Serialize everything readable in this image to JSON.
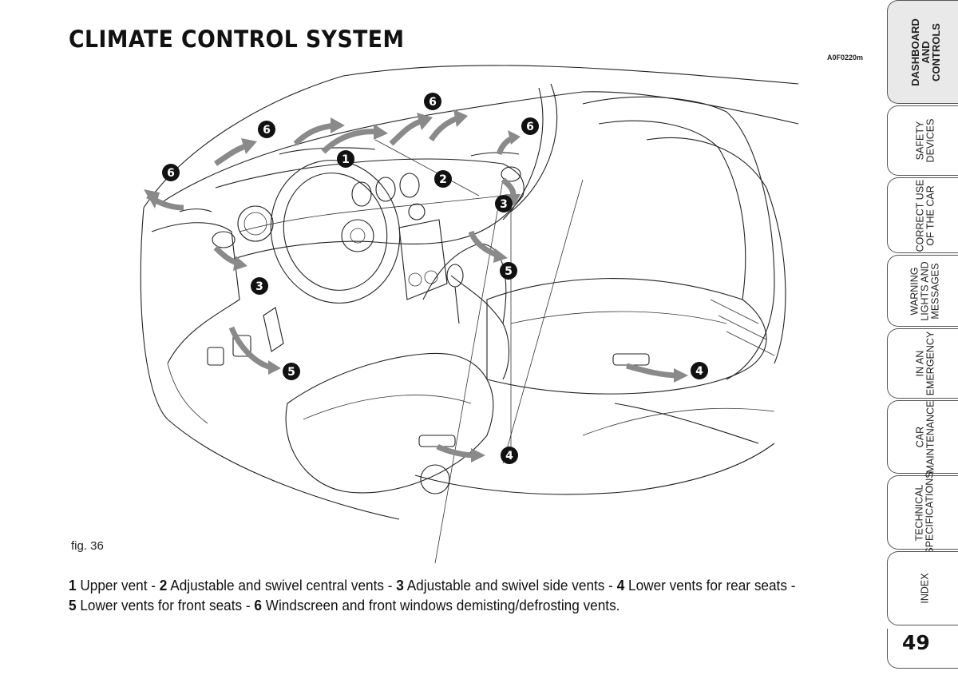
{
  "header": {
    "title": "CLIMATE CONTROL SYSTEM",
    "figure_code": "A0F0220m"
  },
  "figure": {
    "label": "fig. 36",
    "callouts": [
      "1",
      "2",
      "3",
      "3",
      "4",
      "4",
      "5",
      "5",
      "6",
      "6",
      "6",
      "6"
    ]
  },
  "caption": {
    "items": [
      {
        "num": "1",
        "text": " Upper vent - "
      },
      {
        "num": "2",
        "text": " Adjustable and swivel central vents - "
      },
      {
        "num": "3",
        "text": " Adjustable and swivel side vents - "
      },
      {
        "num": "4",
        "text": " Lower vents for rear seats -"
      },
      {
        "num": "5",
        "text": " Lower vents for front seats - "
      },
      {
        "num": "6",
        "text": " Windscreen and front windows demisting/defrosting vents."
      }
    ]
  },
  "sidebar": {
    "tabs": [
      {
        "label": "DASHBOARD\nAND\nCONTROLS",
        "active": true
      },
      {
        "label": "SAFETY\nDEVICES",
        "active": false
      },
      {
        "label": "CORRECT USE\nOF THE CAR",
        "active": false
      },
      {
        "label": "WARNING\nLIGHTS AND\nMESSAGES",
        "active": false
      },
      {
        "label": "IN AN\nEMERGENCY",
        "active": false
      },
      {
        "label": "CAR\nMAINTENANCE",
        "active": false
      },
      {
        "label": "TECHNICAL\nSPECIFICATIONS",
        "active": false
      },
      {
        "label": "INDEX",
        "active": false
      }
    ]
  },
  "footer": {
    "page_number": "49"
  },
  "colors": {
    "arrow": "#8a8a8a",
    "callout": "#111111",
    "active_tab": "#e9e9e9"
  }
}
